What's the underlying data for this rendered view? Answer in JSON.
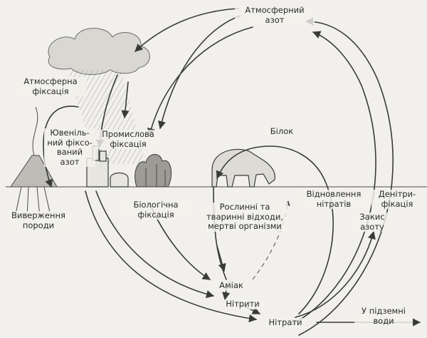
{
  "labels": {
    "atm_nitrogen": "Атмосферний\nазот",
    "atm_fixation": "Атмосферна\nфіксація",
    "juvenile_fixed": "Ювеніль-\nний фіксо-\nваний\nазот",
    "industrial_fixation": "Промислова\nфіксація",
    "protein": "Білок",
    "bio_fixation": "Біологічна\nфіксація",
    "plant_animal_waste": "Рослинні та\nтваринні відходи,\nмертві організми",
    "nitrate_reduction": "Відновлення\nнітратів",
    "denitrification": "Денітри-\nфікація",
    "nitrous_oxide": "Закис\nазоту",
    "eruption": "Виверження\nпороди",
    "ammonia": "Аміак",
    "nitrites": "Нітрити",
    "nitrates": "Нітрати",
    "groundwater": "У підземні\nводи"
  }
}
